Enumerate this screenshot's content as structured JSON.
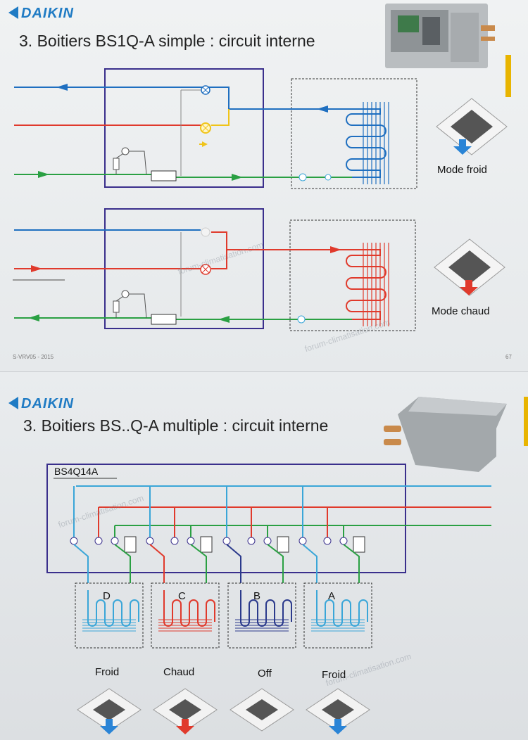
{
  "slide1": {
    "logo": "DAIKIN",
    "title": "3. Boitiers BS1Q-A simple : circuit interne",
    "mode_cold": "Mode froid",
    "mode_hot": "Mode chaud",
    "footer_left": "S-VRV05 - 2015",
    "footer_right": "67"
  },
  "slide2": {
    "logo": "DAIKIN",
    "title": "3. Boitiers BS..Q-A multiple : circuit interne",
    "box_label": "BS4Q14A",
    "units": [
      {
        "letter": "D",
        "mode": "Froid",
        "color": "#3aa6d8"
      },
      {
        "letter": "C",
        "mode": "Chaud",
        "color": "#e03a2c"
      },
      {
        "letter": "B",
        "mode": "Off",
        "color": "#2b3a8c"
      },
      {
        "letter": "A",
        "mode": "Froid",
        "color": "#3aa6d8"
      }
    ]
  },
  "watermark": "forum-climatisation.com",
  "colors": {
    "blue": "#1f6fc0",
    "red": "#e03a2c",
    "green": "#2aa043",
    "yellow": "#f0c419",
    "box": "#3a2f8c",
    "light_blue": "#3aa6d8",
    "dark_blue": "#2b3a8c"
  }
}
